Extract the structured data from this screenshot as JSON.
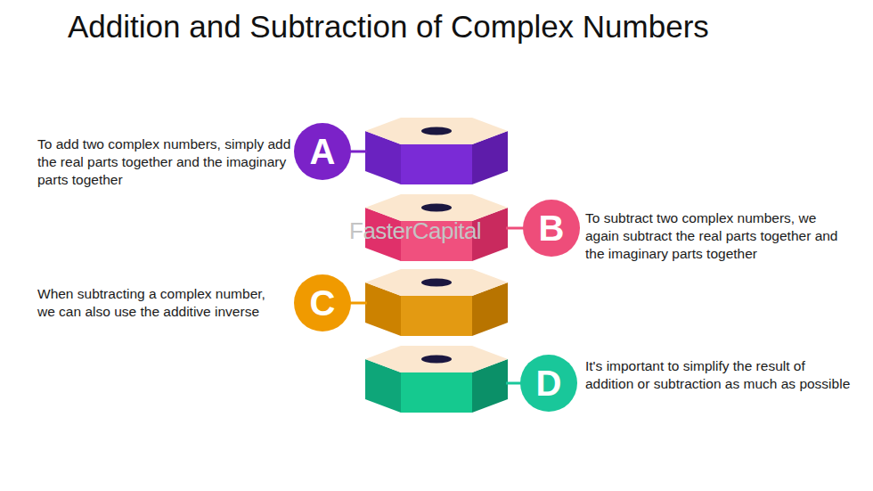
{
  "diagram": {
    "title": "Addition and Subtraction of Complex Numbers",
    "nodes": [
      {
        "text": [
          "A",
          "To add two complex numbers, simply add the real parts together and the imaginary parts together"
        ]
      },
      {
        "text": [
          "B",
          "To subtract two complex numbers, we again subtract the real parts together and the imaginary parts together"
        ]
      },
      {
        "text": [
          "C",
          "When subtracting a complex number, we can also use the additive inverse"
        ]
      },
      {
        "text": [
          "D",
          "It's important to simplify the result of addition or subtraction as much as possible"
        ]
      }
    ],
    "labels": [
      "FasterCapital"
    ]
  }
}
